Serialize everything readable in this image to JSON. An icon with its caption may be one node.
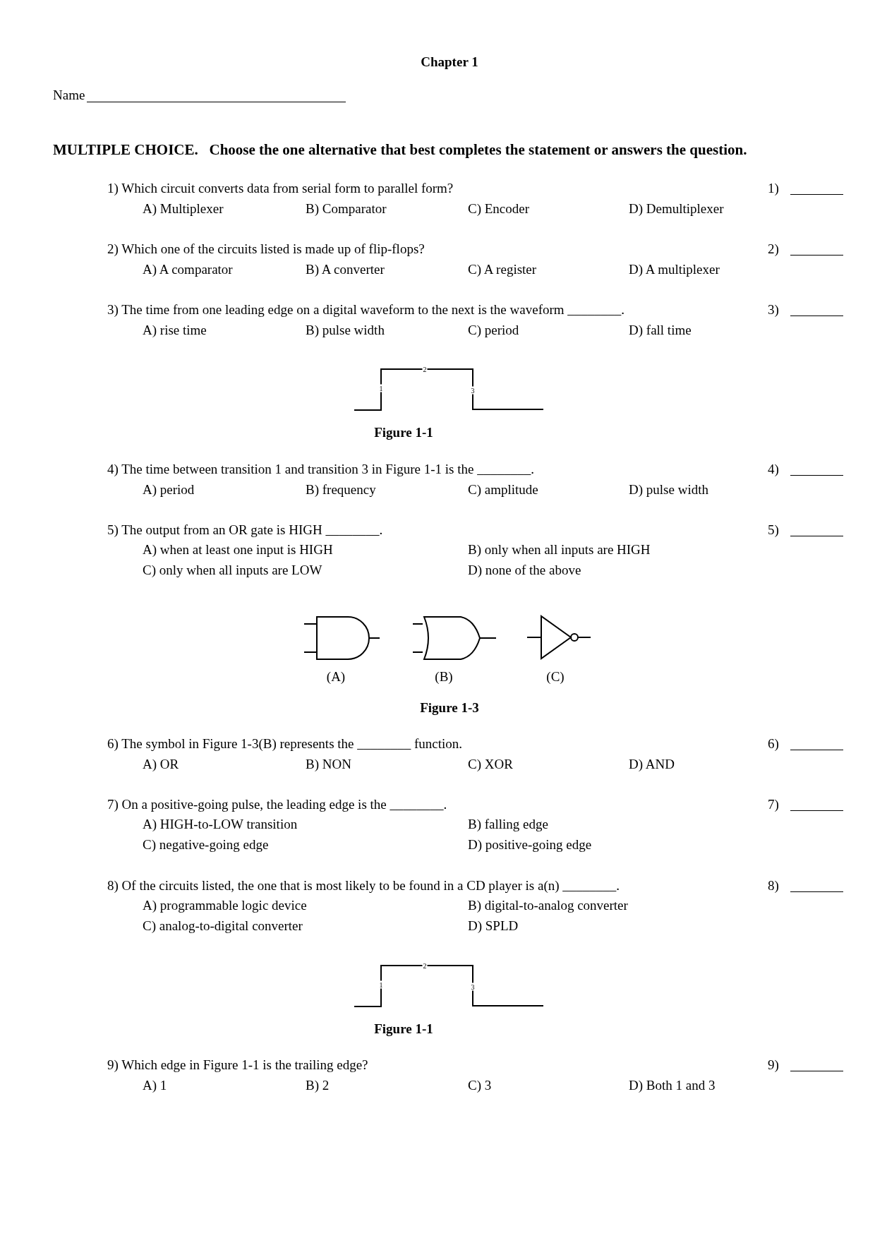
{
  "diagram": {
    "title": "Chapter 1",
    "labels": [
      "Name",
      "MULTIPLE CHOICE.   Choose the one alternative that best completes the statement or answers the question.",
      "1) Which circuit converts data from serial form to parallel form?",
      "1)",
      "A) Multiplexer",
      "B) Comparator",
      "C) Encoder",
      "D) Demultiplexer",
      "2) Which one of the circuits listed is made up of flip-flops?",
      "2)",
      "A) A comparator",
      "B) A converter",
      "C) A register",
      "D) A multiplexer",
      "3) The time from one leading edge on a digital waveform to the next is the waveform ________.",
      "3)",
      "A) rise time",
      "B) pulse width",
      "C) period",
      "D) fall time",
      "2",
      "1",
      "3",
      "Figure 1-1",
      "4) The time between transition 1 and transition 3 in Figure 1-1 is the ________.",
      "4)",
      "A) period",
      "B) frequency",
      "C) amplitude",
      "D) pulse width",
      "5) The output from an OR gate is HIGH ________.",
      "5)",
      "A) when at least one input is HIGH",
      "B) only when all inputs are HIGH",
      "C) only when all inputs are LOW",
      "D) none of the above",
      "(A)",
      "(B)",
      "(C)",
      "Figure 1-3",
      "6) The symbol in Figure 1-3(B) represents the ________ function.",
      "6)",
      "A) OR",
      "B) NON",
      "C) XOR",
      "D) AND",
      "7) On a positive-going pulse, the leading edge is the ________.",
      "7)",
      "A) HIGH-to-LOW transition",
      "B) falling edge",
      "C) negative-going edge",
      "D) positive-going edge",
      "8) Of the circuits listed, the one that is most likely to be found in a CD player is a(n) ________.",
      "8)",
      "A) programmable logic device",
      "B) digital-to-analog converter",
      "C) analog-to-digital converter",
      "D) SPLD",
      "2",
      "1",
      "3",
      "Figure 1-1",
      "9) Which edge in Figure 1-1 is the trailing edge?",
      "9)",
      "A) 1",
      "B) 2",
      "C) 3",
      "D) Both 1 and 3"
    ]
  }
}
